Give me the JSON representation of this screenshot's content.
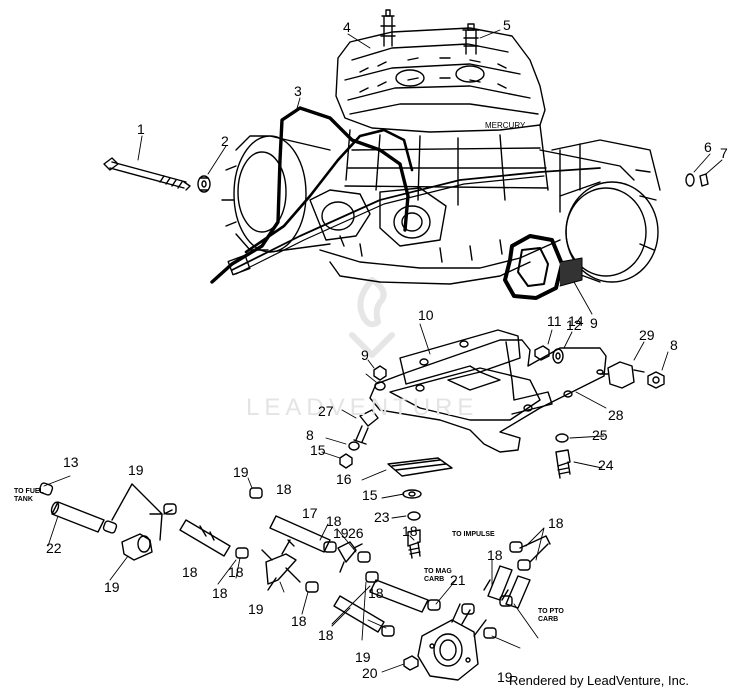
{
  "callouts": [
    "1",
    "2",
    "3",
    "4",
    "5",
    "6",
    "7",
    "8",
    "9",
    "10",
    "11",
    "12",
    "29",
    "8",
    "9",
    "14",
    "28",
    "27",
    "8",
    "15",
    "25",
    "16",
    "24",
    "15",
    "23",
    "18",
    "13",
    "19",
    "22",
    "19",
    "18",
    "19",
    "18",
    "17",
    "18",
    "18",
    "26",
    "18",
    "19",
    "18",
    "19",
    "18",
    "19",
    "18",
    "21",
    "20",
    "19",
    "18",
    "18"
  ],
  "notes": {
    "to_fuel_tank": "TO FUEL TANK",
    "to_mag_carb": "TO MAG CARB",
    "to_impulse": "TO IMPULSE",
    "to_pto_carb": "TO PTO CARB"
  },
  "watermark": "LEADVENTURE",
  "credit": "Rendered by LeadVenture, Inc.",
  "colors": {
    "line": "#000000",
    "watermark": "#e4e4e4"
  }
}
